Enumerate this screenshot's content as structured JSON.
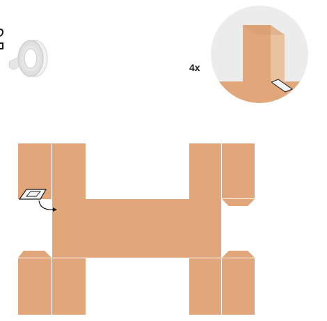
{
  "tape_label_icon": "double-sided-tape-roll",
  "detail": {
    "multiplier": "4x",
    "description_icon": "tape-applied-to-corner"
  },
  "colors": {
    "cardboard": "#E1A67A",
    "cardboard_light": "#EBC2A0",
    "cardboard_dark": "#D19466",
    "circle_bg": "#ECECEC",
    "tape": "#F2F2F2",
    "outline": "#1A1A1A"
  }
}
